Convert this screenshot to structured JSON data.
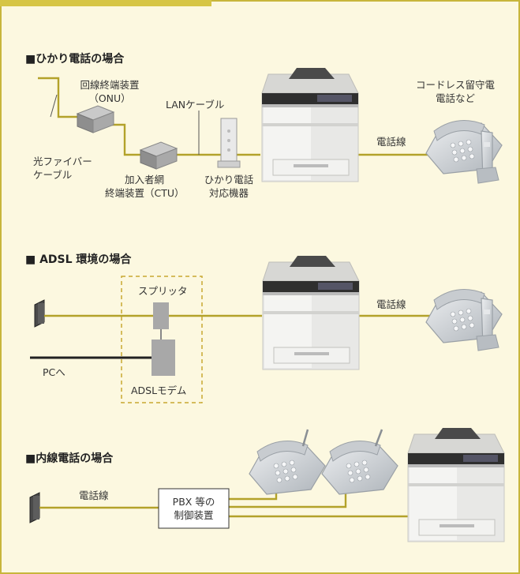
{
  "sections": {
    "hikari": {
      "title": "■ひかり電話の場合",
      "onu": [
        "回線終端装置",
        "（ONU）"
      ],
      "lan_cable": "LANケーブル",
      "cordless": [
        "コードレス留守電",
        "電話など"
      ],
      "fiber": [
        "光ファイバー",
        "ケーブル"
      ],
      "ctu": [
        "加入者網",
        "終端装置（CTU）"
      ],
      "hikari_device": [
        "ひかり電話",
        "対応機器"
      ],
      "phone_line": "電話線"
    },
    "adsl": {
      "title": "■ ADSL 環境の場合",
      "splitter": "スプリッタ",
      "phone_line": "電話線",
      "pc": "PCへ",
      "modem": "ADSLモデム"
    },
    "pbx": {
      "title": "■内線電話の場合",
      "phone_line": "電話線",
      "pbx_label": [
        "PBX 等の",
        "制御装置"
      ]
    }
  },
  "colors": {
    "line": "#b3a22a",
    "background": "#fcf8e0",
    "border": "#c8b63c",
    "tab": "#d6c545",
    "modem": "#a8a8a8",
    "dashed_box": "#c8a830"
  }
}
